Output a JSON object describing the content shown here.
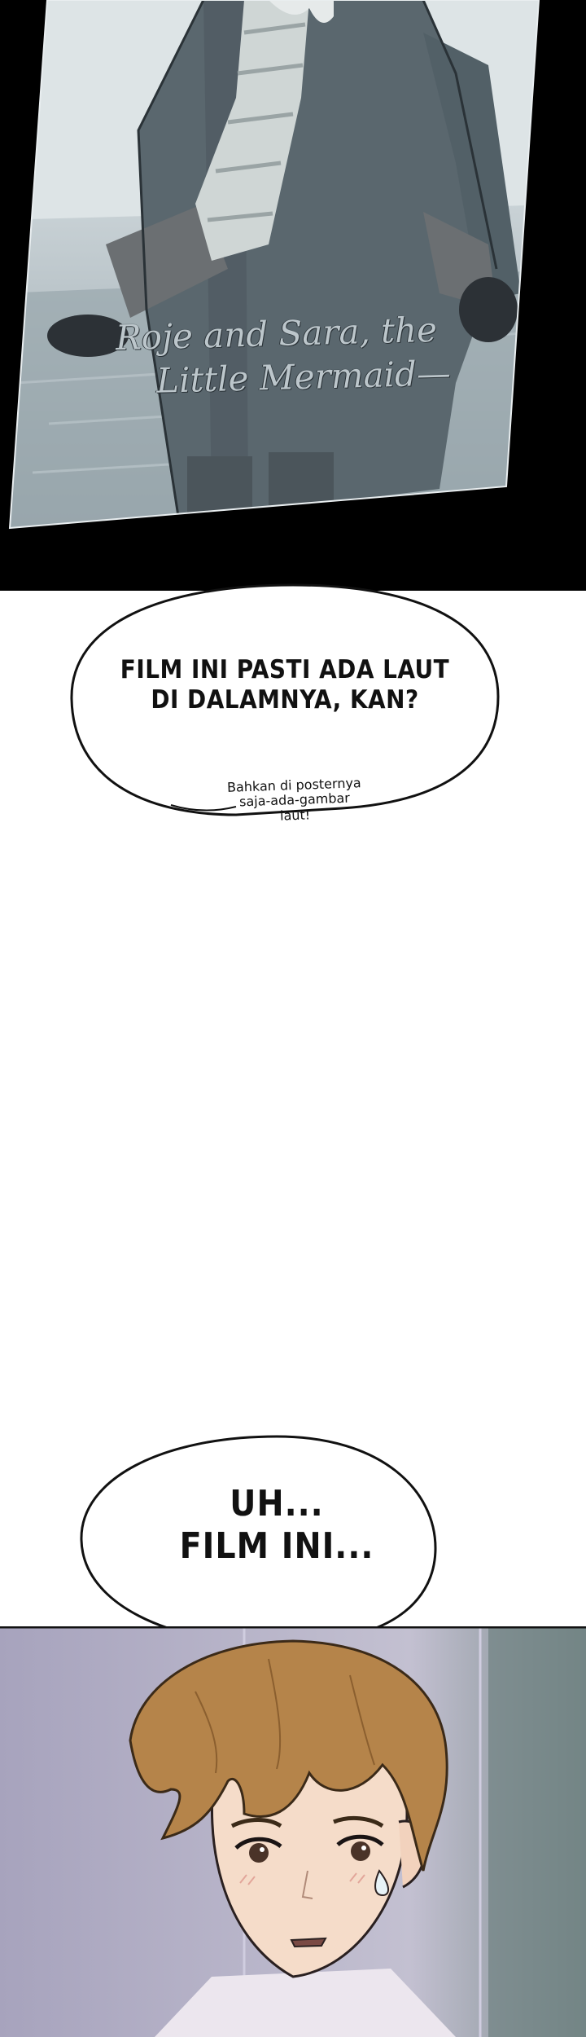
{
  "top_panel": {
    "caption_line1": "Roje and Sara, the",
    "caption_line2": "Little Mermaid—"
  },
  "bubble1": {
    "text": "FILM INI PASTI ADA LAUT\nDI DALAMNYA, KAN?",
    "whisper": "Bahkan di posternya\nsaja-ada-gambar\nlaut!"
  },
  "bubble2": {
    "text": "UH...\nFILM INI..."
  },
  "colors": {
    "frame": "#000000",
    "page": "#ffffff",
    "scene_sky": "#dfe6e8",
    "scene_sea": "#7f8d94",
    "coat": "#56636a",
    "hair": "#b5844a",
    "room_wall": "#b8b3c9"
  }
}
